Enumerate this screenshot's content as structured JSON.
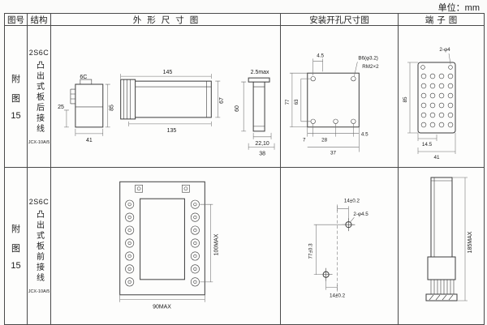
{
  "page": {
    "unit": "单位：mm"
  },
  "headers": {
    "fig": "图号",
    "structure": "结构",
    "outline": "外形尺寸图",
    "mounting": "安装开孔尺寸图",
    "terminal": "端子图"
  },
  "rows": [
    {
      "fig": {
        "c1": "附",
        "c2": "图",
        "c3": "15"
      },
      "structure": {
        "model": "2S6C",
        "desc": "凸出式板后接线",
        "code": "JCX-10A/5"
      },
      "outline": {
        "label_6c": "6C",
        "d25": "25",
        "d85": "85",
        "d41": "41",
        "d145": "145",
        "d135": "135",
        "d67": "67",
        "d25max": "2.5max",
        "d60": "60",
        "d2210": "22,10",
        "d38": "38"
      },
      "mounting": {
        "d45_top": "4.5",
        "b6": "B6(φ3.2)",
        "rm": "RM2×2",
        "d77": "77",
        "d63": "63",
        "d7": "7",
        "d28": "28",
        "d45_right": "4.5",
        "d37": "37"
      },
      "terminal": {
        "holes": "2-φ4",
        "d85": "85",
        "d145": "14.5",
        "d41": "41"
      }
    },
    {
      "fig": {
        "c1": "附",
        "c2": "图",
        "c3": "15"
      },
      "structure": {
        "model": "2S6C",
        "desc": "凸出式板前接线",
        "code": "JCX-10A/5"
      },
      "outline": {
        "d100": "100MAX",
        "d90": "90MAX"
      },
      "mounting": {
        "d14_top": "14±0.2",
        "holes": "2-φ4.5",
        "d77": "77±0.3",
        "d14_bottom": "14±0.2"
      },
      "terminal": {
        "d185": "185MAX"
      }
    }
  ]
}
